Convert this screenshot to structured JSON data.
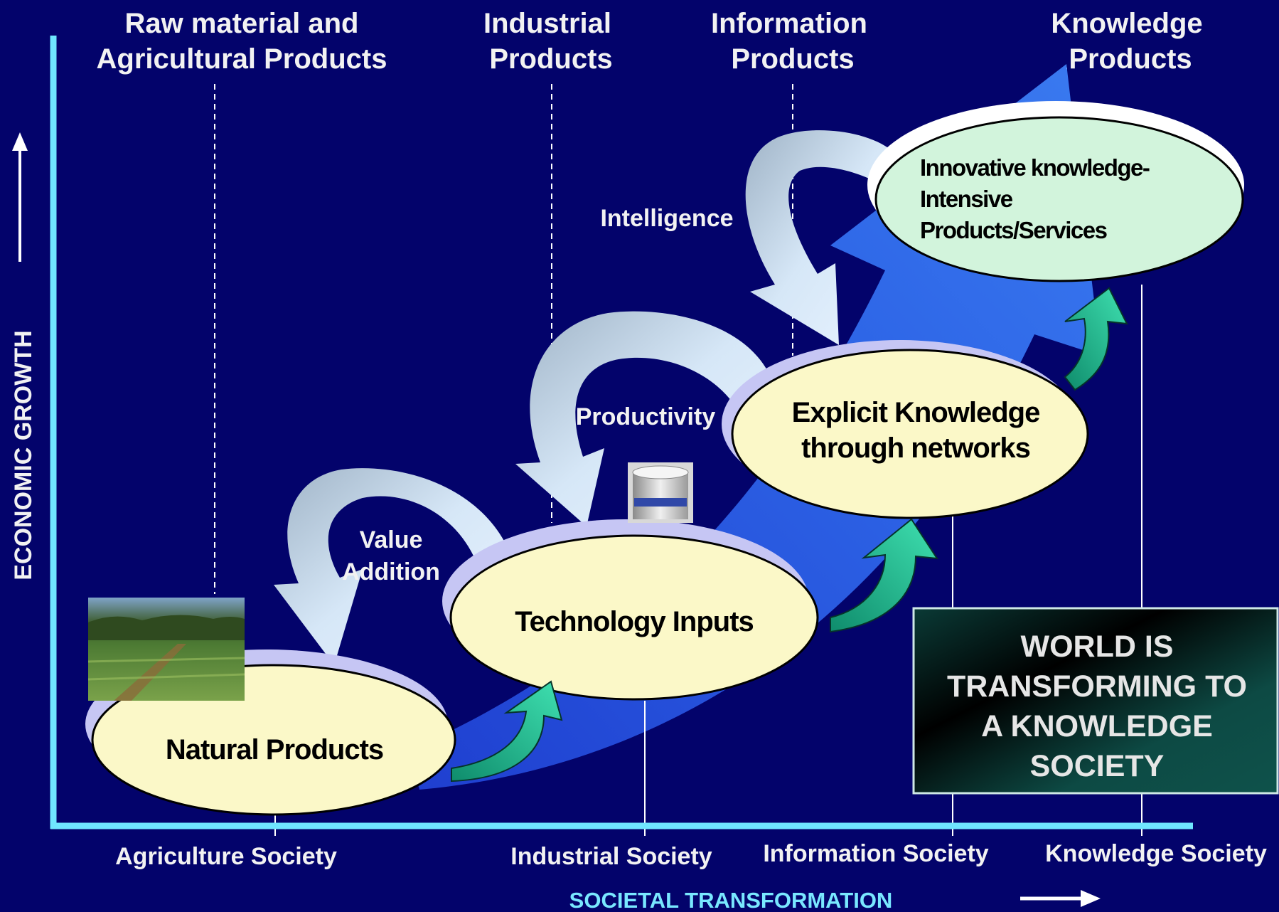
{
  "product_categories": [
    {
      "lines": [
        "Raw material and",
        "Agricultural Products"
      ]
    },
    {
      "lines": [
        "Industrial",
        "Products"
      ]
    },
    {
      "lines": [
        "Information",
        "Products"
      ]
    },
    {
      "lines": [
        "Knowledge",
        "Products"
      ]
    }
  ],
  "stages": [
    {
      "lines": [
        "Natural Products"
      ]
    },
    {
      "lines": [
        "Technology Inputs"
      ]
    },
    {
      "lines": [
        "Explicit Knowledge",
        "through networks"
      ]
    },
    {
      "lines": [
        "Innovative knowledge-",
        "Intensive",
        "Products/Services"
      ]
    }
  ],
  "flows": [
    {
      "lines": [
        "Value",
        "Addition"
      ]
    },
    {
      "lines": [
        "Productivity"
      ]
    },
    {
      "lines": [
        "Intelligence"
      ]
    }
  ],
  "societies": [
    "Agriculture Society",
    "Industrial Society",
    "Information Society",
    "Knowledge Society"
  ],
  "axes": {
    "x_label": "SOCIETAL TRANSFORMATION",
    "y_label": "ECONOMIC GROWTH"
  },
  "banner": {
    "lines": [
      "WORLD IS",
      "TRANSFORMING TO",
      "A KNOWLEDGE",
      "SOCIETY"
    ]
  },
  "colors": {
    "background": "#03036b",
    "axis": "#6fe6ff",
    "oval_fill": "#fbf8c8",
    "oval_halo": "#c6c6f4",
    "knowledge_oval_fill": "#d2f4dc",
    "teal_arrow": "#1fb08c",
    "curved_arrow": "#d4e6f6",
    "big_arrow": "#2a5fe0"
  }
}
